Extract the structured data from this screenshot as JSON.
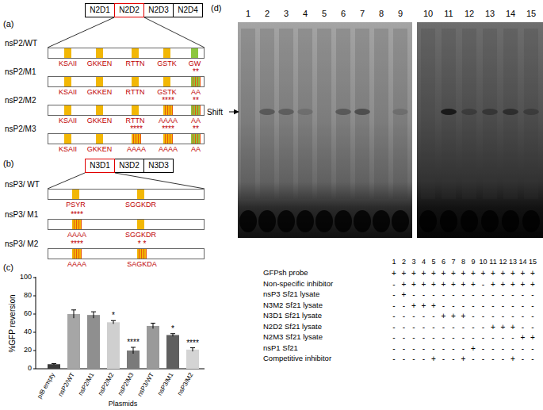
{
  "diagram": {
    "nodes": [
      {
        "text": [
          "N2D1"
        ]
      },
      {
        "text": [
          "N2D2"
        ]
      },
      {
        "text": [
          "N2D3"
        ]
      },
      {
        "text": [
          "N2D4"
        ]
      },
      {
        "text": [
          "nsP2/WT"
        ]
      },
      {
        "text": [
          "KSAII"
        ],
        "in": 4
      },
      {
        "text": [
          "GKKEN"
        ],
        "in": 4
      },
      {
        "text": [
          "RTTN"
        ],
        "in": 4
      },
      {
        "text": [
          "GSTK"
        ],
        "in": 4
      },
      {
        "text": [
          "GW"
        ],
        "in": 4
      },
      {
        "text": [
          "nsP2/M1"
        ]
      },
      {
        "text": [
          "KSAII"
        ],
        "in": 10
      },
      {
        "text": [
          "GKKEN"
        ],
        "in": 10
      },
      {
        "text": [
          "RTTN"
        ],
        "in": 10
      },
      {
        "text": [
          "GSTK"
        ],
        "in": 10
      },
      {
        "text": [
          "**",
          "AA"
        ],
        "in": 10
      },
      {
        "text": [
          "nsP2/M2"
        ]
      },
      {
        "text": [
          "KSAII"
        ],
        "in": 16
      },
      {
        "text": [
          "GKKEN"
        ],
        "in": 16
      },
      {
        "text": [
          "RTTN"
        ],
        "in": 16
      },
      {
        "text": [
          "****",
          "AAAA"
        ],
        "in": 16
      },
      {
        "text": [
          "**",
          "AA"
        ],
        "in": 16
      },
      {
        "text": [
          "nsP2/M3"
        ]
      },
      {
        "text": [
          "KSAII"
        ],
        "in": 22
      },
      {
        "text": [
          "GKKEN"
        ],
        "in": 22
      },
      {
        "text": [
          "****",
          "AAAA"
        ],
        "in": 22
      },
      {
        "text": [
          "****",
          "AAAA"
        ],
        "in": 22
      },
      {
        "text": [
          "**",
          "AA"
        ],
        "in": 22
      },
      {
        "text": [
          "N3D1"
        ]
      },
      {
        "text": [
          "N3D2"
        ]
      },
      {
        "text": [
          "N3D3"
        ]
      },
      {
        "text": [
          "nsP3/ WT"
        ]
      },
      {
        "text": [
          "PSYR"
        ],
        "in": 31
      },
      {
        "text": [
          "SGGKDR"
        ],
        "in": 31
      },
      {
        "text": [
          "nsP3/ M1"
        ]
      },
      {
        "text": [
          "****",
          "AAAA"
        ],
        "in": 34
      },
      {
        "text": [
          "SGGKDR"
        ],
        "in": 34
      },
      {
        "text": [
          "nsP3/ M2"
        ]
      },
      {
        "text": [
          "****",
          "AAAA"
        ],
        "in": 37
      },
      {
        "text": [
          "* *",
          "SAGKDA"
        ],
        "in": 37
      }
    ],
    "edges": [
      {
        "from": 1,
        "to": 4,
        "arrow": "none"
      },
      {
        "from": 1,
        "to": 4,
        "arrow": "none"
      },
      {
        "from": 28,
        "to": 31,
        "arrow": "none"
      },
      {
        "from": 28,
        "to": 31,
        "arrow": "none"
      }
    ],
    "labels": [
      "(a)",
      "(b)",
      "(c)",
      "(d)",
      "%GFP reversion",
      "0",
      "20",
      "40",
      "60",
      "80",
      "100",
      "pIB empty",
      "nsP2/WT",
      "nsP2/M1",
      "nsP2/M2",
      "nsP2/M3",
      "nsP3/WT",
      "nsP3/M1",
      "nsP3/M2",
      "*",
      "****",
      "*",
      "****",
      "Plasmids",
      "1",
      "2",
      "3",
      "4",
      "5",
      "6",
      "7",
      "8",
      "9",
      "10",
      "11",
      "12",
      "13",
      "14",
      "15",
      "Shift",
      "1",
      "2",
      "3",
      "4",
      "5",
      "6",
      "7",
      "8",
      "9",
      "10",
      "11",
      "12",
      "13",
      "14",
      "15",
      "GFPsh probe",
      "+",
      "+",
      "+",
      "+",
      "+",
      "+",
      "+",
      "+",
      "+",
      "+",
      "+",
      "+",
      "+",
      "+",
      "+",
      "Non-specific inhibitor",
      "-",
      "+",
      "+",
      "+",
      "+",
      "+",
      "+",
      "+",
      "+",
      "-",
      "+",
      "+",
      "+",
      "+",
      "+",
      "nsP3 Sf21 lysate",
      "-",
      "+",
      "-",
      "-",
      "-",
      "-",
      "-",
      "-",
      "-",
      "-",
      "-",
      "-",
      "-",
      "-",
      "-",
      "N3M2 Sf21 lysate",
      "-",
      "-",
      "+",
      "+",
      "+",
      "-",
      "-",
      "-",
      "-",
      "-",
      "-",
      "-",
      "-",
      "-",
      "-",
      "N3D1 Sf21 lysate",
      "-",
      "-",
      "-",
      "-",
      "-",
      "+",
      "+",
      "+",
      "-",
      "-",
      "-",
      "-",
      "-",
      "-",
      "-",
      "N2D2 Sf21 lysate",
      "-",
      "-",
      "-",
      "-",
      "-",
      "-",
      "-",
      "-",
      "-",
      "-",
      "+",
      "+",
      "+",
      "-",
      "-",
      "N2M3 Sf21 lysate",
      "-",
      "-",
      "-",
      "-",
      "-",
      "-",
      "-",
      "-",
      "-",
      "-",
      "-",
      "-",
      "-",
      "+",
      "+",
      "nsP1 Sf21",
      "-",
      "-",
      "-",
      "-",
      "-",
      "-",
      "-",
      "-",
      "+",
      "-",
      "-",
      "-",
      "-",
      "-",
      "-",
      "Competitive inhibitor",
      "-",
      "-",
      "-",
      "-",
      "+",
      "-",
      "-",
      "+",
      "-",
      "-",
      "-",
      "-",
      "+",
      "-",
      "-"
    ]
  }
}
